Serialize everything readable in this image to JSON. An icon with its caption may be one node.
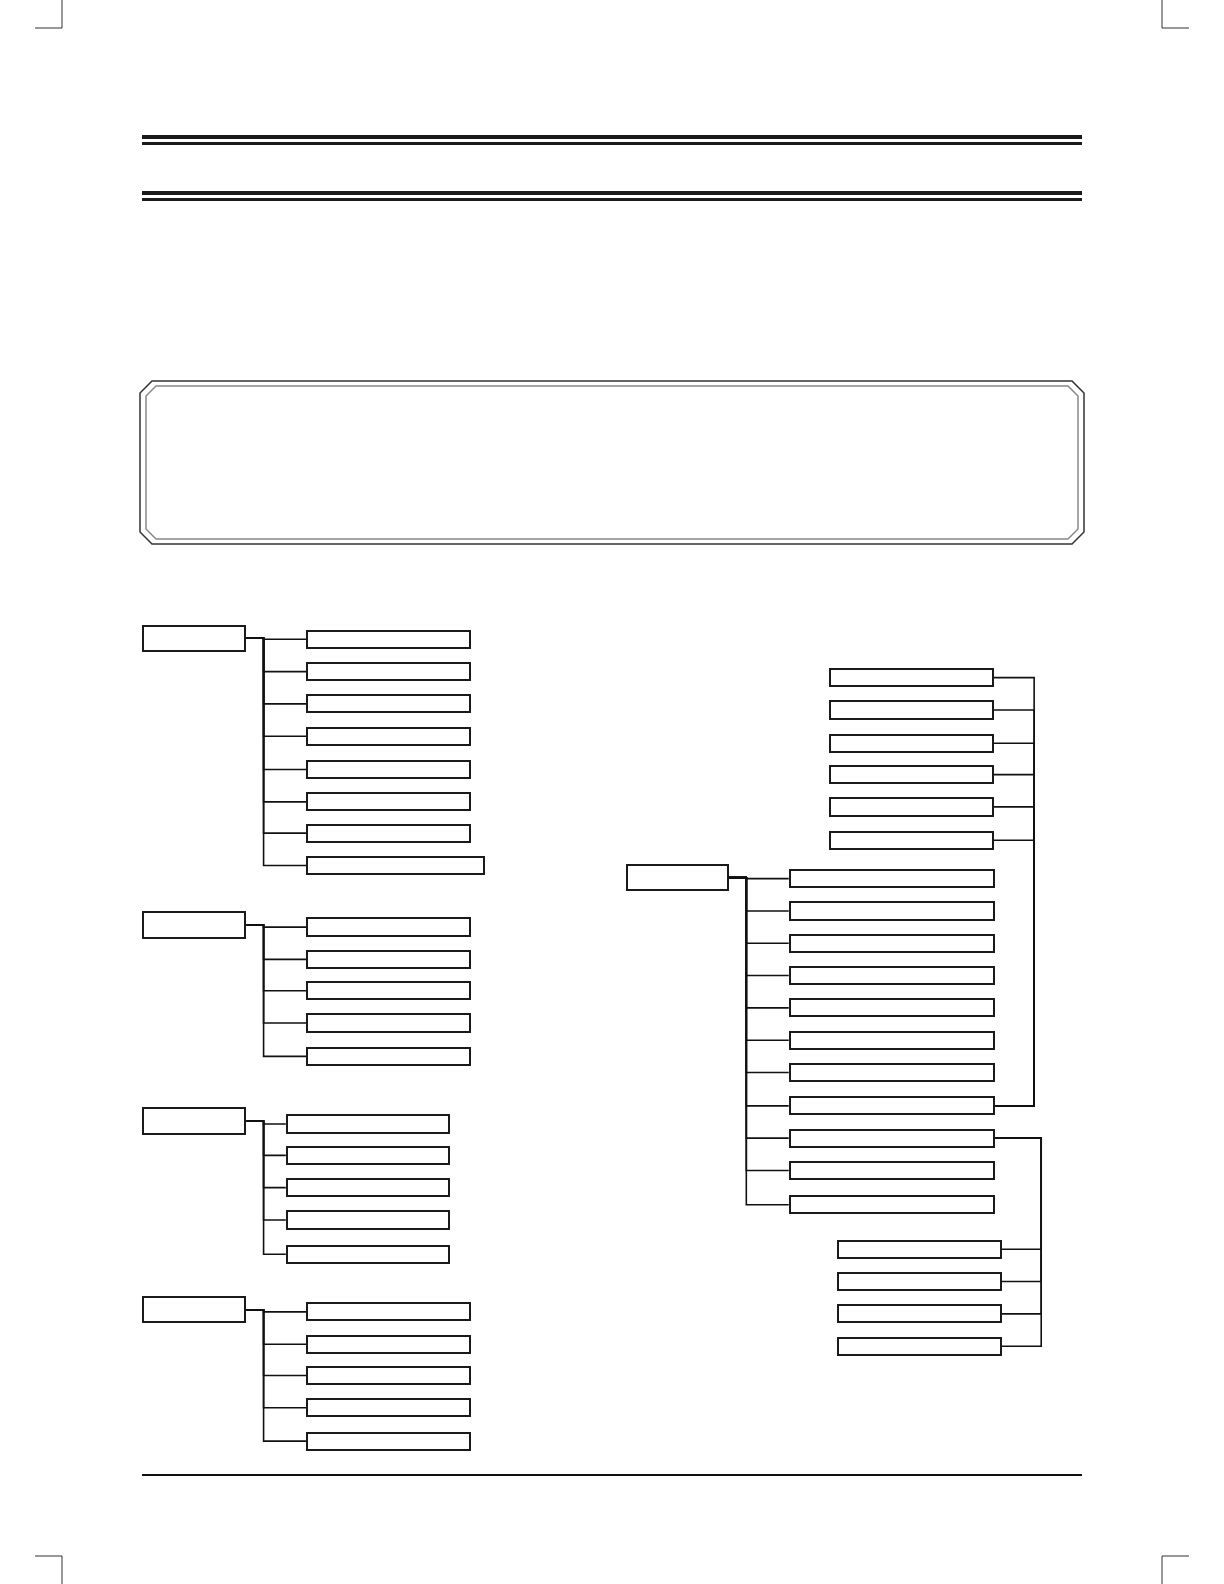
{
  "diagram": {
    "nodes": [
      {
        "text": [],
        "shape": "box"
      },
      {
        "text": [],
        "shape": "box"
      },
      {
        "text": [],
        "shape": "box"
      },
      {
        "text": [],
        "shape": "box"
      },
      {
        "text": [],
        "shape": "box"
      },
      {
        "text": [],
        "shape": "box"
      },
      {
        "text": [],
        "shape": "box"
      },
      {
        "text": [],
        "shape": "box"
      },
      {
        "text": [],
        "shape": "box"
      },
      {
        "text": [],
        "shape": "box"
      },
      {
        "text": [],
        "shape": "box"
      },
      {
        "text": [],
        "shape": "box"
      },
      {
        "text": [],
        "shape": "box"
      },
      {
        "text": [],
        "shape": "box"
      },
      {
        "text": [],
        "shape": "box"
      },
      {
        "text": [],
        "shape": "box"
      },
      {
        "text": [],
        "shape": "box"
      },
      {
        "text": [],
        "shape": "box"
      },
      {
        "text": [],
        "shape": "box"
      },
      {
        "text": [],
        "shape": "box"
      },
      {
        "text": [],
        "shape": "box"
      },
      {
        "text": [],
        "shape": "box"
      },
      {
        "text": [],
        "shape": "box"
      },
      {
        "text": [],
        "shape": "box"
      },
      {
        "text": [],
        "shape": "box"
      },
      {
        "text": [],
        "shape": "box"
      },
      {
        "text": [],
        "shape": "box"
      },
      {
        "text": [],
        "shape": "box"
      },
      {
        "text": [],
        "shape": "box"
      },
      {
        "text": [],
        "shape": "box"
      },
      {
        "text": [],
        "shape": "box"
      },
      {
        "text": [],
        "shape": "box"
      },
      {
        "text": [],
        "shape": "box"
      },
      {
        "text": [],
        "shape": "box"
      },
      {
        "text": [],
        "shape": "box"
      },
      {
        "text": [],
        "shape": "box"
      },
      {
        "text": [],
        "shape": "box"
      },
      {
        "text": [],
        "shape": "box"
      },
      {
        "text": [],
        "shape": "box"
      },
      {
        "text": [],
        "shape": "box"
      },
      {
        "text": [],
        "shape": "box"
      },
      {
        "text": [],
        "shape": "box"
      },
      {
        "text": [],
        "shape": "box"
      },
      {
        "text": [],
        "shape": "box"
      },
      {
        "text": [],
        "shape": "box"
      },
      {
        "text": [],
        "shape": "box"
      },
      {
        "text": [],
        "shape": "box"
      },
      {
        "text": [],
        "shape": "box"
      },
      {
        "text": [],
        "shape": "box"
      }
    ],
    "edges": [
      {
        "from": 0,
        "to": 1,
        "arrow": "none"
      },
      {
        "from": 0,
        "to": 2,
        "arrow": "none"
      },
      {
        "from": 0,
        "to": 3,
        "arrow": "none"
      },
      {
        "from": 0,
        "to": 4,
        "arrow": "none"
      },
      {
        "from": 0,
        "to": 5,
        "arrow": "none"
      },
      {
        "from": 0,
        "to": 6,
        "arrow": "none"
      },
      {
        "from": 0,
        "to": 7,
        "arrow": "none"
      },
      {
        "from": 0,
        "to": 8,
        "arrow": "none"
      },
      {
        "from": 9,
        "to": 10,
        "arrow": "none"
      },
      {
        "from": 9,
        "to": 11,
        "arrow": "none"
      },
      {
        "from": 9,
        "to": 12,
        "arrow": "none"
      },
      {
        "from": 9,
        "to": 13,
        "arrow": "none"
      },
      {
        "from": 9,
        "to": 14,
        "arrow": "none"
      },
      {
        "from": 15,
        "to": 16,
        "arrow": "none"
      },
      {
        "from": 15,
        "to": 17,
        "arrow": "none"
      },
      {
        "from": 15,
        "to": 18,
        "arrow": "none"
      },
      {
        "from": 15,
        "to": 19,
        "arrow": "none"
      },
      {
        "from": 15,
        "to": 20,
        "arrow": "none"
      },
      {
        "from": 21,
        "to": 22,
        "arrow": "none"
      },
      {
        "from": 21,
        "to": 23,
        "arrow": "none"
      },
      {
        "from": 21,
        "to": 24,
        "arrow": "none"
      },
      {
        "from": 21,
        "to": 25,
        "arrow": "none"
      },
      {
        "from": 21,
        "to": 26,
        "arrow": "none"
      },
      {
        "from": 27,
        "to": 41,
        "arrow": "none"
      },
      {
        "from": 28,
        "to": 41,
        "arrow": "none"
      },
      {
        "from": 29,
        "to": 41,
        "arrow": "none"
      },
      {
        "from": 30,
        "to": 41,
        "arrow": "none"
      },
      {
        "from": 31,
        "to": 41,
        "arrow": "none"
      },
      {
        "from": 32,
        "to": 41,
        "arrow": "none"
      },
      {
        "from": 33,
        "to": 34,
        "arrow": "none"
      },
      {
        "from": 33,
        "to": 35,
        "arrow": "none"
      },
      {
        "from": 33,
        "to": 36,
        "arrow": "none"
      },
      {
        "from": 33,
        "to": 37,
        "arrow": "none"
      },
      {
        "from": 33,
        "to": 38,
        "arrow": "none"
      },
      {
        "from": 33,
        "to": 39,
        "arrow": "none"
      },
      {
        "from": 33,
        "to": 40,
        "arrow": "none"
      },
      {
        "from": 33,
        "to": 41,
        "arrow": "none"
      },
      {
        "from": 33,
        "to": 42,
        "arrow": "none"
      },
      {
        "from": 33,
        "to": 43,
        "arrow": "none"
      },
      {
        "from": 33,
        "to": 44,
        "arrow": "none"
      },
      {
        "from": 45,
        "to": 42,
        "arrow": "none"
      },
      {
        "from": 46,
        "to": 42,
        "arrow": "none"
      },
      {
        "from": 47,
        "to": 42,
        "arrow": "none"
      },
      {
        "from": 48,
        "to": 42,
        "arrow": "none"
      }
    ]
  }
}
